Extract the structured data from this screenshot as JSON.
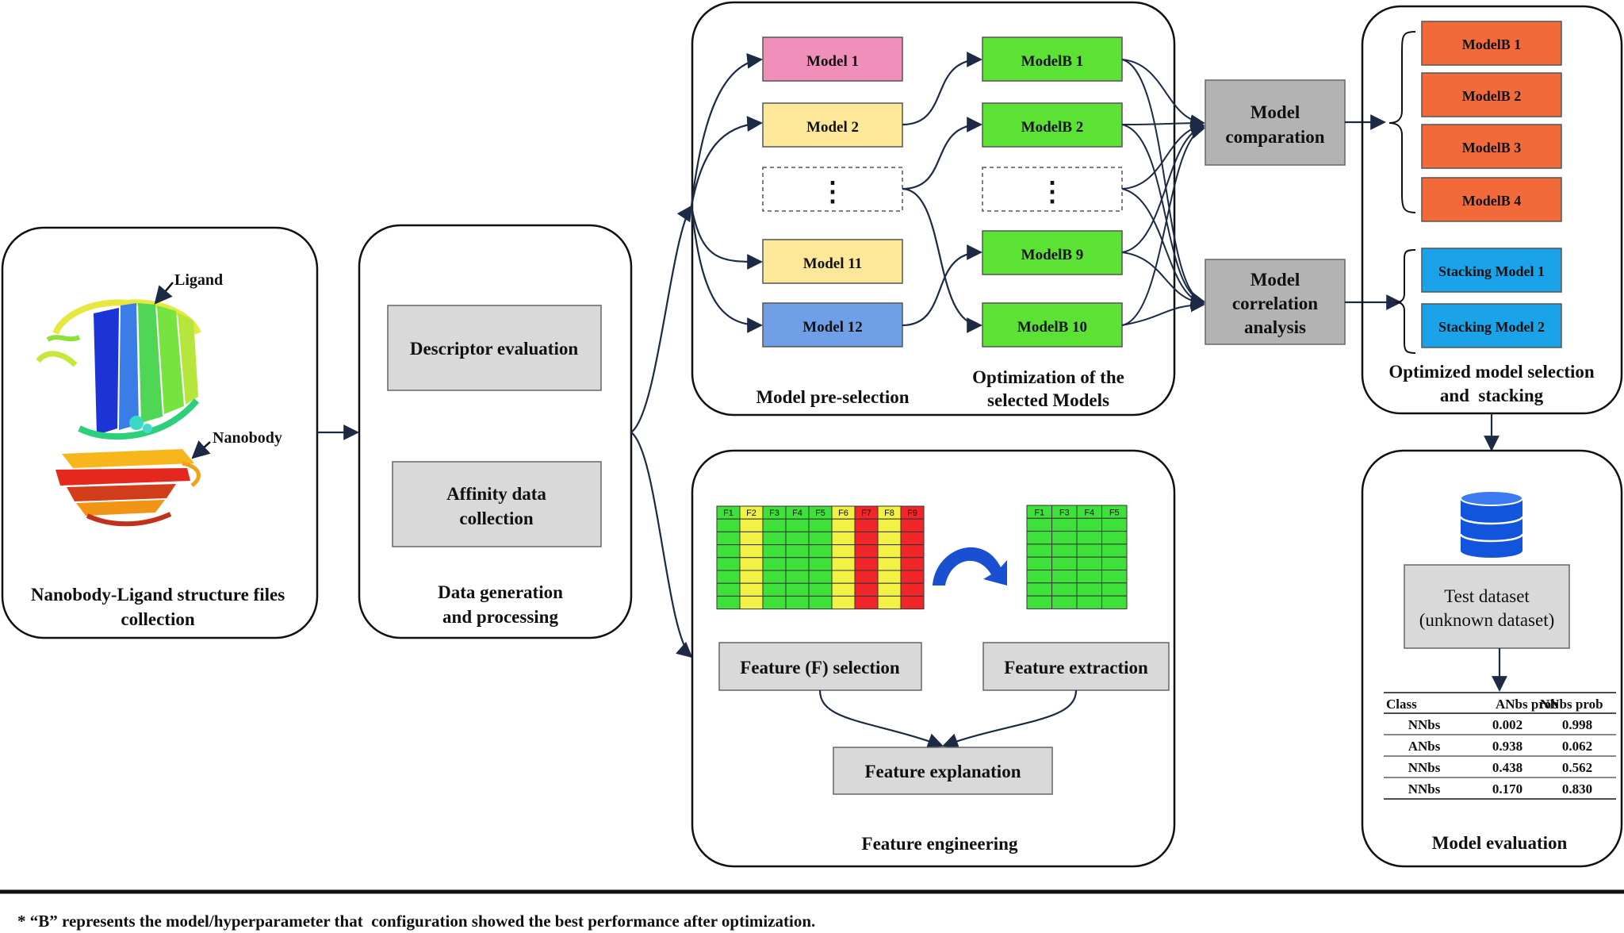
{
  "colors": {
    "pink": "#f08fba",
    "yellow": "#fde89a",
    "blue": "#6f9fe6",
    "green": "#5be234",
    "orange": "#f26a3a",
    "cyan": "#1aa3e8",
    "gray": "#d9d9d9",
    "dark_gray": "#b3b3b3",
    "grid_green": "#3ee13a",
    "grid_yellow": "#f2f246",
    "grid_red": "#f1262a",
    "db_blue": "#1155dd",
    "arrow": "#1c2a45"
  },
  "structure": {
    "ligand_label": "Ligand",
    "nanobody_label": "Nanobody",
    "caption": [
      "Nanobody-Ligand structure files",
      "collection"
    ]
  },
  "data_gen": {
    "box1": "Descriptor evaluation",
    "box2": [
      "Affinity data",
      "collection"
    ],
    "caption": [
      "Data generation",
      "and processing"
    ]
  },
  "preselection": {
    "models": [
      "Model 1",
      "Model 2",
      "⋮",
      "Model 11",
      "Model 12"
    ],
    "caption": "Model pre-selection"
  },
  "optimization": {
    "models": [
      "ModelB 1",
      "ModelB 2",
      "⋮",
      "ModelB 9",
      "ModelB 10"
    ],
    "caption": [
      "Optimization of the",
      "selected Models"
    ]
  },
  "comparation": {
    "label": [
      "Model",
      "comparation"
    ]
  },
  "correlation": {
    "label": [
      "Model",
      "correlation",
      "analysis"
    ]
  },
  "optimized": {
    "modelb": [
      "ModelB 1",
      "ModelB 2",
      "ModelB 3",
      "ModelB 4"
    ],
    "stacking": [
      "Stacking Model 1",
      "Stacking Model 2"
    ],
    "caption": [
      "Optimized model selection",
      "and  stacking"
    ]
  },
  "feature": {
    "selection_headers": [
      "F1",
      "F2",
      "F3",
      "F4",
      "F5",
      "F6",
      "F7",
      "F8",
      "F9"
    ],
    "extraction_headers": [
      "F1",
      "F3",
      "F4",
      "F5"
    ],
    "selection_label": "Feature (F) selection",
    "extraction_label": "Feature extraction",
    "explanation_label": "Feature explanation",
    "caption": "Feature engineering"
  },
  "evaluation": {
    "test_label": [
      "Test dataset",
      "(unknown dataset)"
    ],
    "table_headers": [
      "Class",
      "ANbs prob",
      "NNbs prob"
    ],
    "table_rows": [
      [
        "NNbs",
        "0.002",
        "0.998"
      ],
      [
        "ANbs",
        "0.938",
        "0.062"
      ],
      [
        "NNbs",
        "0.438",
        "0.562"
      ],
      [
        "NNbs",
        "0.170",
        "0.830"
      ]
    ],
    "caption": "Model evaluation"
  },
  "footnote": "* “B” represents the model/hyperparameter that  configuration showed the best performance after optimization."
}
